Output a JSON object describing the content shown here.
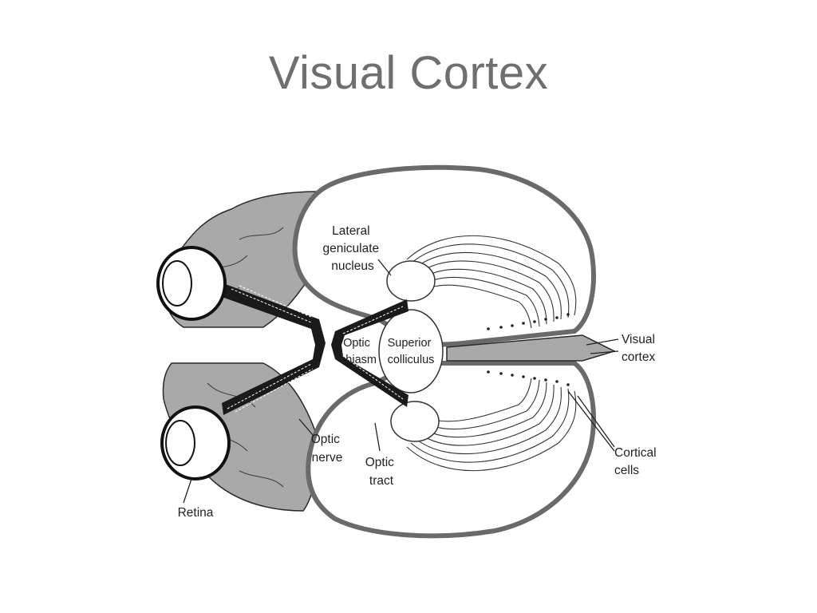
{
  "title": "Visual Cortex",
  "labels": {
    "lateral_geniculate_nucleus": [
      "Lateral",
      "geniculate",
      "nucleus"
    ],
    "optic_chiasm": [
      "Optic",
      "chiasm"
    ],
    "superior_colliculus": [
      "Superior",
      "colliculus"
    ],
    "visual_cortex": [
      "Visual",
      "cortex"
    ],
    "cortical_cells": [
      "Cortical",
      "cells"
    ],
    "optic_nerve": [
      "Optic",
      "nerve"
    ],
    "optic_tract": [
      "Optic",
      "tract"
    ],
    "retina": "Retina"
  },
  "colors": {
    "title": "#6f6f6f",
    "brain_tissue": "#a9a9a9",
    "outline": "#2a2a2a",
    "fill_white": "#ffffff"
  }
}
